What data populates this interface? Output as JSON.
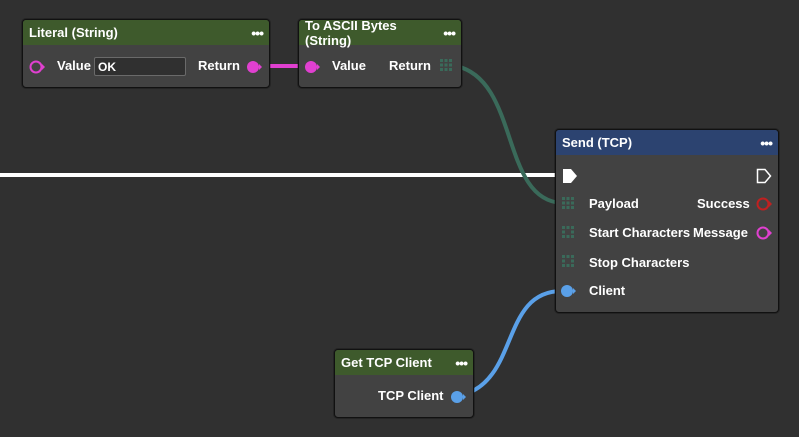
{
  "nodes": {
    "literal": {
      "title": "Literal (String)",
      "menu": "•••",
      "input_label": "Value",
      "input_value": "OK",
      "output_label": "Return"
    },
    "ascii": {
      "title": "To ASCII Bytes (String)",
      "menu": "•••",
      "input_label": "Value",
      "output_label": "Return"
    },
    "send": {
      "title": "Send (TCP)",
      "menu": "•••",
      "inputs": [
        "Payload",
        "Start Characters",
        "Stop Characters",
        "Client"
      ],
      "outputs": [
        "Success",
        "Message"
      ]
    },
    "client": {
      "title": "Get TCP Client",
      "menu": "•••",
      "output_label": "TCP Client"
    }
  },
  "colors": {
    "string": "#e040d0",
    "bytes": "#3a6a5a",
    "client": "#5aa0e8",
    "bool": "#c02020",
    "exec": "#ffffff"
  },
  "icons": [
    "circle-pin-icon",
    "grid-pin-icon",
    "exec-arrow-icon",
    "menu-dots-icon"
  ]
}
